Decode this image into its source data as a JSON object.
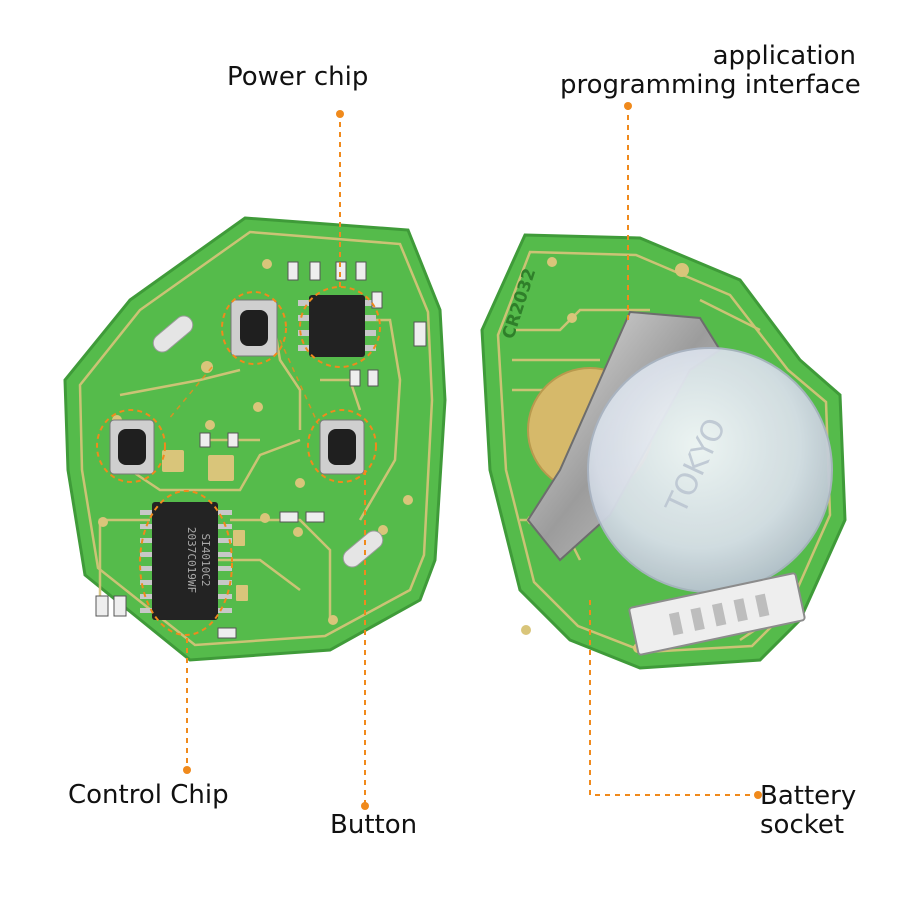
{
  "labels": {
    "power_chip": "Power chip",
    "api_line1": "application",
    "api_line2": "programming interface",
    "control_chip": "Control Chip",
    "button": "Button",
    "battery_line1": "Battery",
    "battery_line2": "socket"
  },
  "board_text": {
    "battery_model": "CR2032",
    "control_chip_line1": "SI4010C2",
    "control_chip_line2": "2037C019WF",
    "sticker_text": "TOKYO"
  },
  "colors": {
    "pcb_green": "#52b94a",
    "pcb_dark_green": "#3f9b39",
    "trace_gold": "#d9c57a",
    "leader_orange": "#f08a1c",
    "chip_black": "#222222"
  }
}
